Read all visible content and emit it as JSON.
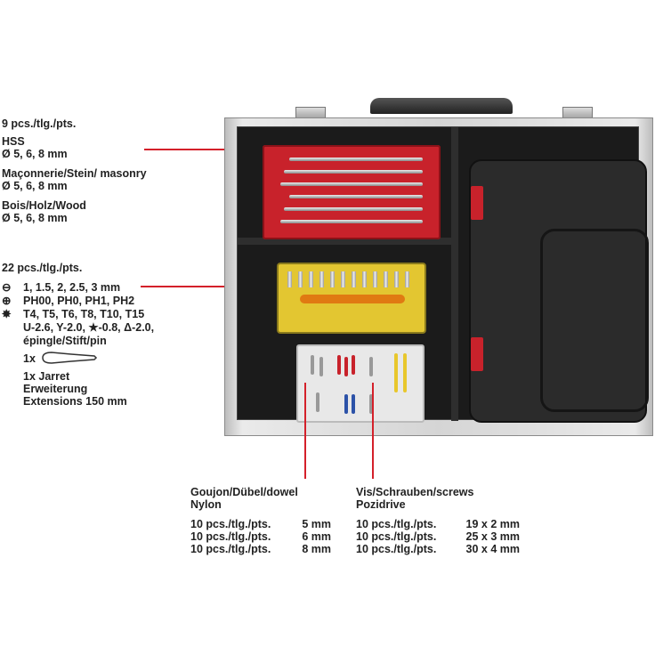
{
  "drill_set": {
    "count": "9 pcs./tlg./pts.",
    "hss_label": "HSS",
    "hss_sizes": "Ø 5, 6, 8 mm",
    "masonry_label": "Maçonnerie/Stein/ masonry",
    "masonry_sizes": "Ø 5, 6, 8 mm",
    "wood_label": "Bois/Holz/Wood",
    "wood_sizes": "Ø 5, 6, 8 mm"
  },
  "bit_set": {
    "count": "22 pcs./tlg./pts.",
    "slotted": "1, 1.5, 2, 2.5, 3 mm",
    "phillips": "PH00, PH0, PH1, PH2",
    "torx": "T4, T5, T6, T8, T10, T15",
    "special_1": "U-2.6, Y-2.0, ★-0.8, Δ-2.0,",
    "special_2": "épingle/Stift/pin",
    "handle_qty": "1x",
    "jarret": "1x Jarret",
    "erweiterung": "Erweiterung",
    "extensions": "Extensions 150 mm"
  },
  "dowels": {
    "title": "Goujon/Dübel/dowel",
    "material": "Nylon",
    "rows": [
      {
        "qty": "10 pcs./tlg./pts.",
        "size": "5 mm"
      },
      {
        "qty": "10 pcs./tlg./pts.",
        "size": "6 mm"
      },
      {
        "qty": "10 pcs./tlg./pts.",
        "size": "8 mm"
      }
    ]
  },
  "screws": {
    "title": "Vis/Schrauben/screws",
    "type": "Pozidrive",
    "rows": [
      {
        "qty": "10 pcs./tlg./pts.",
        "size": "19 x 2 mm"
      },
      {
        "qty": "10 pcs./tlg./pts.",
        "size": "25 x 3 mm"
      },
      {
        "qty": "10 pcs./tlg./pts.",
        "size": "30 x 4 mm"
      }
    ]
  },
  "colors": {
    "accent": "#d4202a"
  }
}
